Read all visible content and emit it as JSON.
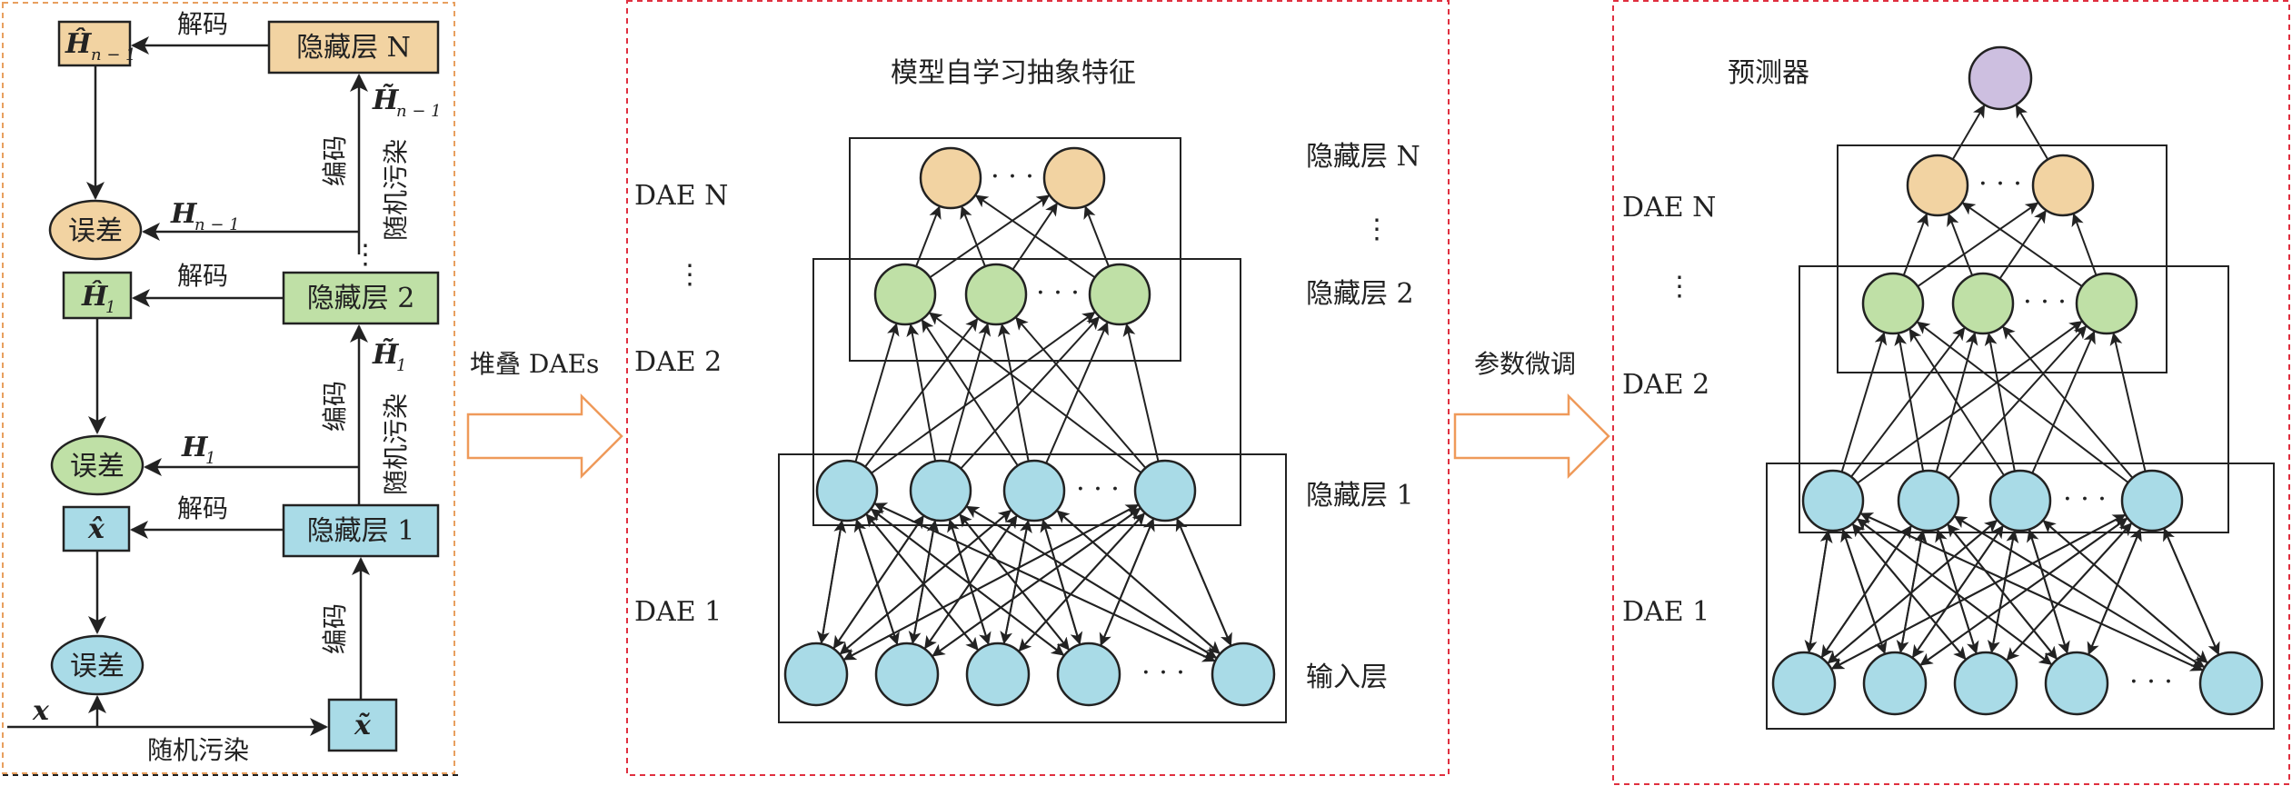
{
  "colors": {
    "orange_fill": "#f2d3a2",
    "green_fill": "#bfe0a6",
    "blue_fill": "#a9dbe7",
    "purple_fill": "#cdbfe0",
    "orange_dash": "#e8a060",
    "red_dash": "#e03040",
    "arrow_outline": "#ef9a5a"
  },
  "left": {
    "hidden_n": "隐藏层 N",
    "hidden_2": "隐藏层 2",
    "hidden_1": "隐藏层 1",
    "decode": "解码",
    "encode": "编码",
    "corrupt": "随机污染",
    "error": "误差",
    "h_hat_n1": "Ĥ",
    "h_hat_n1_sub": "n − 1",
    "h_tilde_n1": "H̃",
    "h_tilde_n1_sub": "n − 1",
    "h_n1": "H",
    "h_n1_sub": "n − 1",
    "h_hat_1": "Ĥ",
    "h_hat_1_sub": "1",
    "h_tilde_1": "H̃",
    "h_tilde_1_sub": "1",
    "h_1": "H",
    "h_1_sub": "1",
    "x_hat": "x̂",
    "x_tilde": "x̃",
    "x": "x",
    "vdots": "⋮"
  },
  "arrow1_label": "堆叠 DAEs",
  "arrow2_label": "参数微调",
  "middle": {
    "title": "模型自学习抽象特征",
    "dae_n": "DAE N",
    "dae_2": "DAE 2",
    "dae_1": "DAE 1",
    "hidden_n": "隐藏层 N",
    "hidden_2": "隐藏层 2",
    "hidden_1": "隐藏层 1",
    "input": "输入层",
    "dots": "· · ·",
    "vdots": "⋮"
  },
  "right": {
    "title": "预测器",
    "dae_n": "DAE N",
    "dae_2": "DAE 2",
    "dae_1": "DAE 1",
    "dots": "· · ·",
    "vdots": "⋮"
  }
}
